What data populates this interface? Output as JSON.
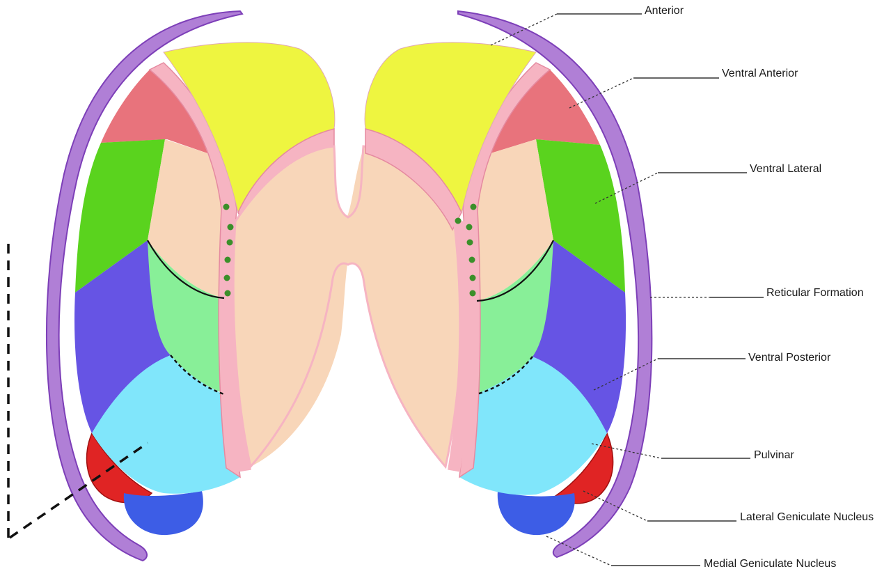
{
  "labels": {
    "anterior": "Anterior",
    "ventral_anterior": "Ventral Anterior",
    "ventral_lateral": "Ventral Lateral",
    "reticular_formation": "Reticular Formation",
    "ventral_posterior": "Ventral Posterior",
    "pulvinar": "Pulvinar",
    "lateral_geniculate": "Lateral Geniculate Nucleus",
    "medial_geniculate": "Medial Geniculate Nucleus"
  },
  "colors": {
    "reticular": "#b07fd6",
    "reticular_stroke": "#7d3fb8",
    "anterior": "#eef540",
    "ventral_anterior": "#e8737c",
    "ventral_lateral": "#5ad31e",
    "ventral_posterior": "#6654e4",
    "pulvinar": "#80e6fb",
    "lateral_geniculate": "#e02424",
    "medial_geniculate": "#3d5de6",
    "internal_lamina": "#f6b4c2",
    "medial_nucleus": "#f8d6b9",
    "light_green": "#88ef98",
    "dots": "#3b8f2a"
  }
}
